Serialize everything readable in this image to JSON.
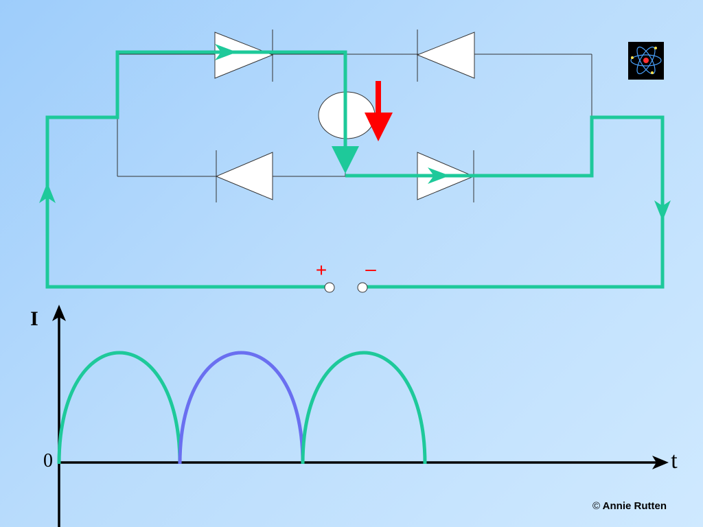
{
  "circuit": {
    "plus_label": "+",
    "minus_label": "–",
    "current_color": "#1ec99a",
    "wire_color": "#333333",
    "arrow_color": "#ff0000"
  },
  "graph": {
    "y_axis_label": "I",
    "x_axis_label": "t",
    "origin_label": "0",
    "arch_colors": [
      "#1ec99a",
      "#6a6ff0",
      "#1ec99a"
    ]
  },
  "logo": {
    "icon": "atom-icon"
  },
  "footer": {
    "copyright_symbol": "©",
    "copyright_name": "Annie Rutten"
  }
}
